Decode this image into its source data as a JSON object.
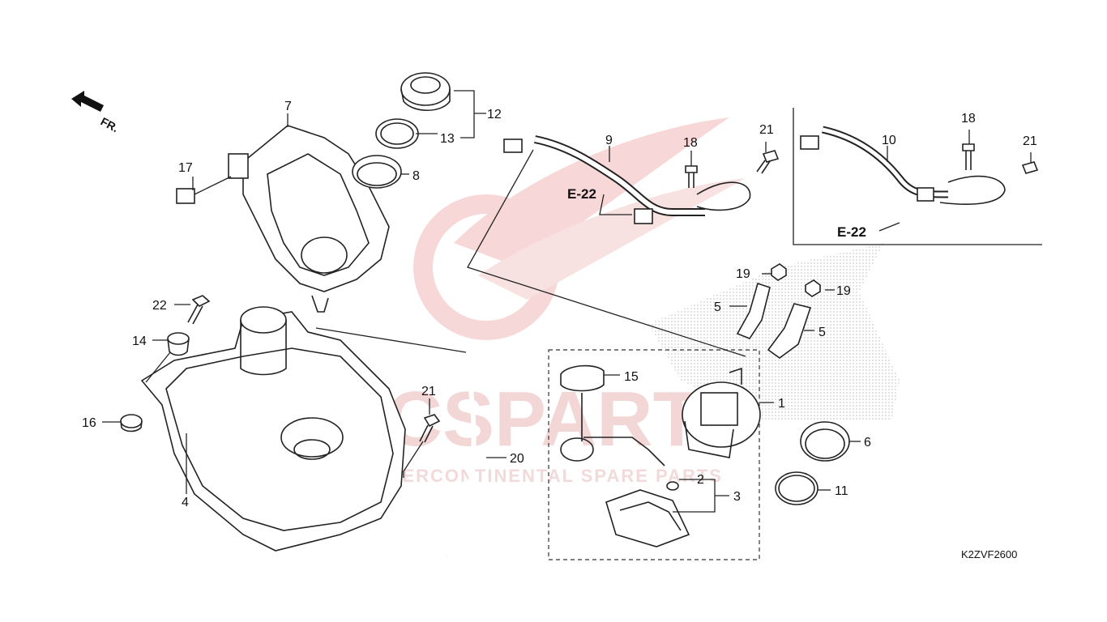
{
  "watermark": {
    "brand": "ICSPARTS",
    "tagline": "INTERCONTINENTAL SPARE PARTS",
    "color": "#f3d6d6"
  },
  "diagram_code": "K2ZVF2600",
  "direction": "FR.",
  "references": [
    "E-22",
    "E-22"
  ],
  "callouts": {
    "c1": "1",
    "c2": "2",
    "c3": "3",
    "c4": "4",
    "c5a": "5",
    "c5b": "5",
    "c6": "6",
    "c7": "7",
    "c8": "8",
    "c9": "9",
    "c10": "10",
    "c11": "11",
    "c12": "12",
    "c13": "13",
    "c14": "14",
    "c15": "15",
    "c16": "16",
    "c17": "17",
    "c18a": "18",
    "c18b": "18",
    "c19a": "19",
    "c19b": "19",
    "c20": "20",
    "c21a": "21",
    "c21b": "21",
    "c21c": "21",
    "c22": "22"
  }
}
